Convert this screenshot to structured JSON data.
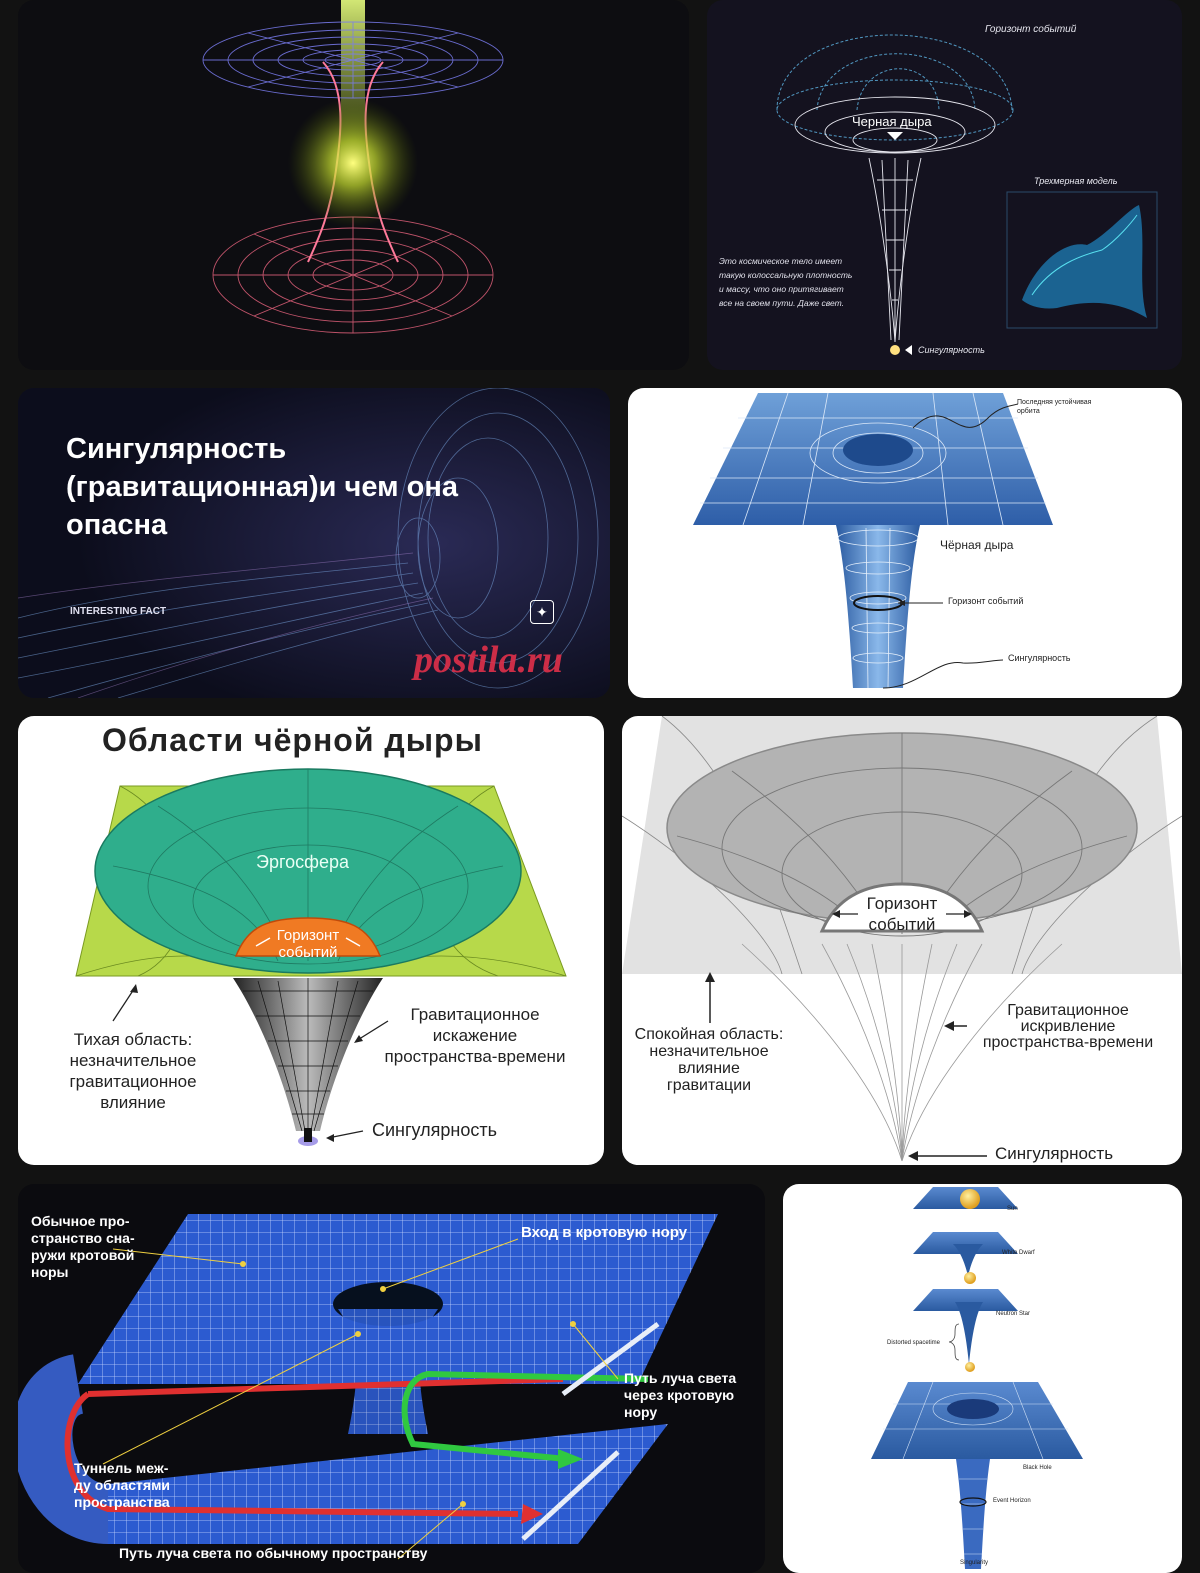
{
  "tile2": {
    "horizon": "Горизонт событий",
    "black_hole": "Черная дыра",
    "model3d": "Трехмерная модель",
    "description": [
      "Это космическое тело имеет",
      "такую колоссальную плотность",
      "и массу, что оно притягивает",
      "все на своем пути. Даже свет."
    ],
    "singularity": "Сингулярность"
  },
  "tile3": {
    "title": [
      "Сингулярность",
      "(гравитационная)и чем она",
      "опасна"
    ],
    "tag": "INTERESTING FACT",
    "watermark": "postila.ru"
  },
  "tile4": {
    "orbit": [
      "Последняя устойчивая",
      "орбита"
    ],
    "black_hole": "Чёрная дыра",
    "horizon": "Горизонт событий",
    "singularity": "Сингулярность"
  },
  "tile5": {
    "title": "Области чёрной дыры",
    "ergosphere": "Эргосфера",
    "horizon": [
      "Горизонт",
      "событий"
    ],
    "quiet": [
      "Тихая область:",
      "незначительное",
      "гравитационное",
      "влияние"
    ],
    "distortion": [
      "Гравитационное",
      "искажение",
      "пространства-времени"
    ],
    "singularity": "Сингулярность"
  },
  "tile6": {
    "horizon": [
      "Горизонт",
      "событий"
    ],
    "calm": [
      "Спокойная область:",
      "незначительное",
      "влияние",
      "гравитации"
    ],
    "curvature": [
      "Гравитационное",
      "искривление",
      "пространства-времени"
    ],
    "singularity": "Сингулярность"
  },
  "tile7": {
    "normal_space": [
      "Обычное про-",
      "странство сна-",
      "ружи кротовой",
      "норы"
    ],
    "entrance": "Вход в кротовую нору",
    "light_path_wormhole": [
      "Путь луча света",
      "через кротовую",
      "нору"
    ],
    "tunnel": [
      "Туннель меж-",
      "ду областями",
      "пространства"
    ],
    "light_path_normal": "Путь луча света по обычному пространству"
  },
  "tile8": {
    "sun": "Sun",
    "white_dwarf": "White Dwarf",
    "neutron_star": "Neutron Star",
    "distorted": "Distorted spacetime",
    "black_hole": "Black Hole",
    "event_horizon": "Event Horizon",
    "singularity": "Singularity"
  },
  "colors": {
    "background": "#121212",
    "grid_blue": "#3a6fd0",
    "green_plane": "#b7d94a",
    "teal_disc": "#2fae8c",
    "orange_horizon": "#f07a23",
    "watermark": "#e0304a"
  }
}
